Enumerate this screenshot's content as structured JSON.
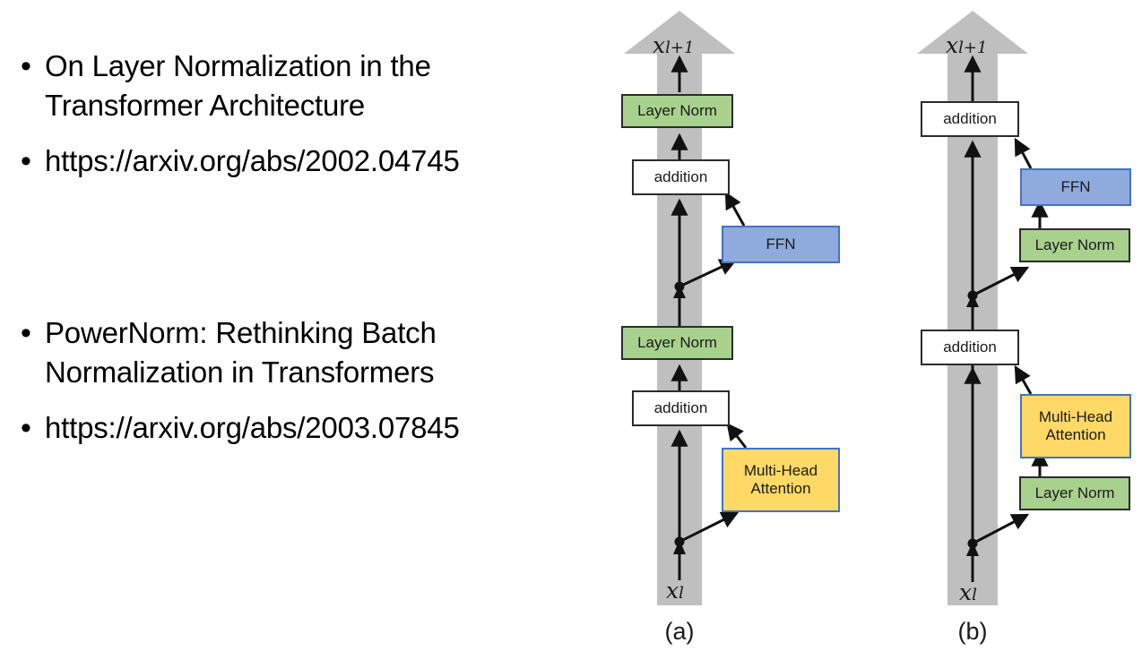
{
  "slide": {
    "background_color": "#ffffff",
    "bullet_groups": [
      {
        "items": [
          "On Layer Normalization in the Transformer Architecture",
          "https://arxiv.org/abs/2002.04745"
        ]
      },
      {
        "items": [
          "PowerNorm: Rethinking Batch Normalization in Transformers",
          "https://arxiv.org/abs/2003.07845"
        ]
      }
    ],
    "bullet_glyph": "•"
  },
  "figure": {
    "colors": {
      "layer_norm_fill": "#a9d18e",
      "addition_fill": "#ffffff",
      "ffn_fill": "#8faadc",
      "ffn_border": "#4472c4",
      "attention_fill": "#ffd966",
      "attention_border": "#4472c4",
      "residual_stream": "#bfbfbf",
      "outline": "#2b2b2b"
    },
    "panels": [
      {
        "id": "a",
        "caption": "(a)",
        "name": "post-layer-norm-transformer",
        "output_label_base": "x",
        "output_label_sub": "l+1",
        "input_label_base": "x",
        "input_label_sub": "l",
        "nodes": [
          {
            "key": "ln_top",
            "label": "Layer Norm",
            "style": "green"
          },
          {
            "key": "add_top",
            "label": "addition",
            "style": "white"
          },
          {
            "key": "ffn",
            "label": "FFN",
            "style": "blue"
          },
          {
            "key": "ln_bottom",
            "label": "Layer Norm",
            "style": "green"
          },
          {
            "key": "add_bottom",
            "label": "addition",
            "style": "white"
          },
          {
            "key": "mha",
            "label": "Multi-Head\nAttention",
            "style": "yellow"
          }
        ]
      },
      {
        "id": "b",
        "caption": "(b)",
        "name": "pre-layer-norm-transformer",
        "output_label_base": "x",
        "output_label_sub": "l+1",
        "input_label_base": "x",
        "input_label_sub": "l",
        "nodes": [
          {
            "key": "add_top",
            "label": "addition",
            "style": "white"
          },
          {
            "key": "ffn",
            "label": "FFN",
            "style": "blue"
          },
          {
            "key": "ln_ffn",
            "label": "Layer Norm",
            "style": "green"
          },
          {
            "key": "add_bottom",
            "label": "addition",
            "style": "white"
          },
          {
            "key": "mha",
            "label": "Multi-Head\nAttention",
            "style": "yellow"
          },
          {
            "key": "ln_mha",
            "label": "Layer Norm",
            "style": "green"
          }
        ]
      }
    ]
  }
}
